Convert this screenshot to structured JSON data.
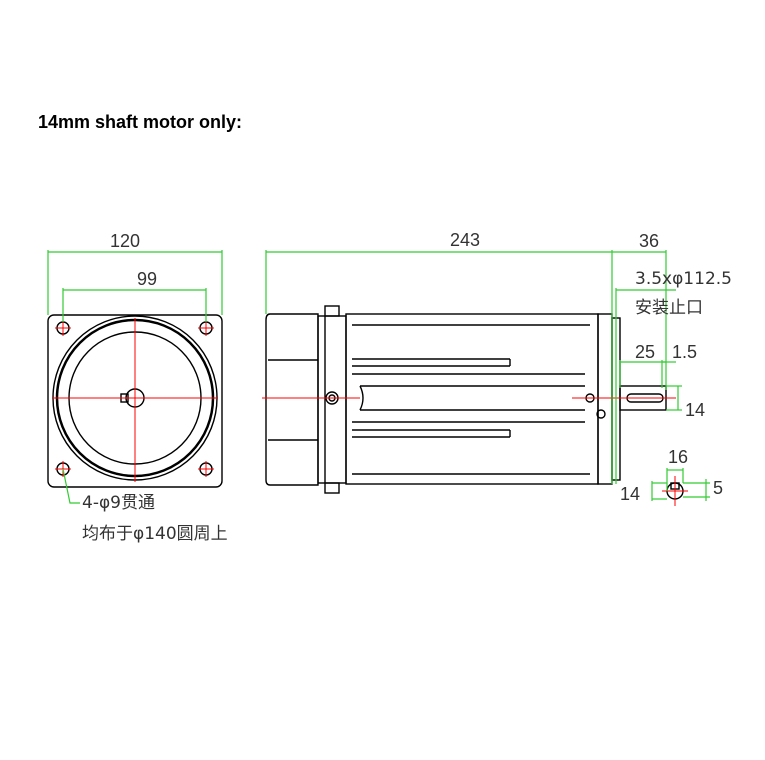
{
  "title": "14mm shaft motor only:",
  "dimensions": {
    "flange_width": "120",
    "hole_spacing": "99",
    "body_length": "243",
    "shaft_length": "36",
    "spigot": "3.5xφ112.5",
    "spigot_note": "安装止口",
    "key_length": "25",
    "key_offset": "1.5",
    "shaft_diameter": "14",
    "shaft_height": "16",
    "shaft_diameter_end": "14",
    "key_width": "5"
  },
  "notes": {
    "mounting_holes": "4-φ9贯通",
    "hole_circle": "均布于φ140圆周上"
  },
  "colors": {
    "outline": "#000000",
    "dimension": "#33cc33",
    "centerline": "#ff0000"
  }
}
